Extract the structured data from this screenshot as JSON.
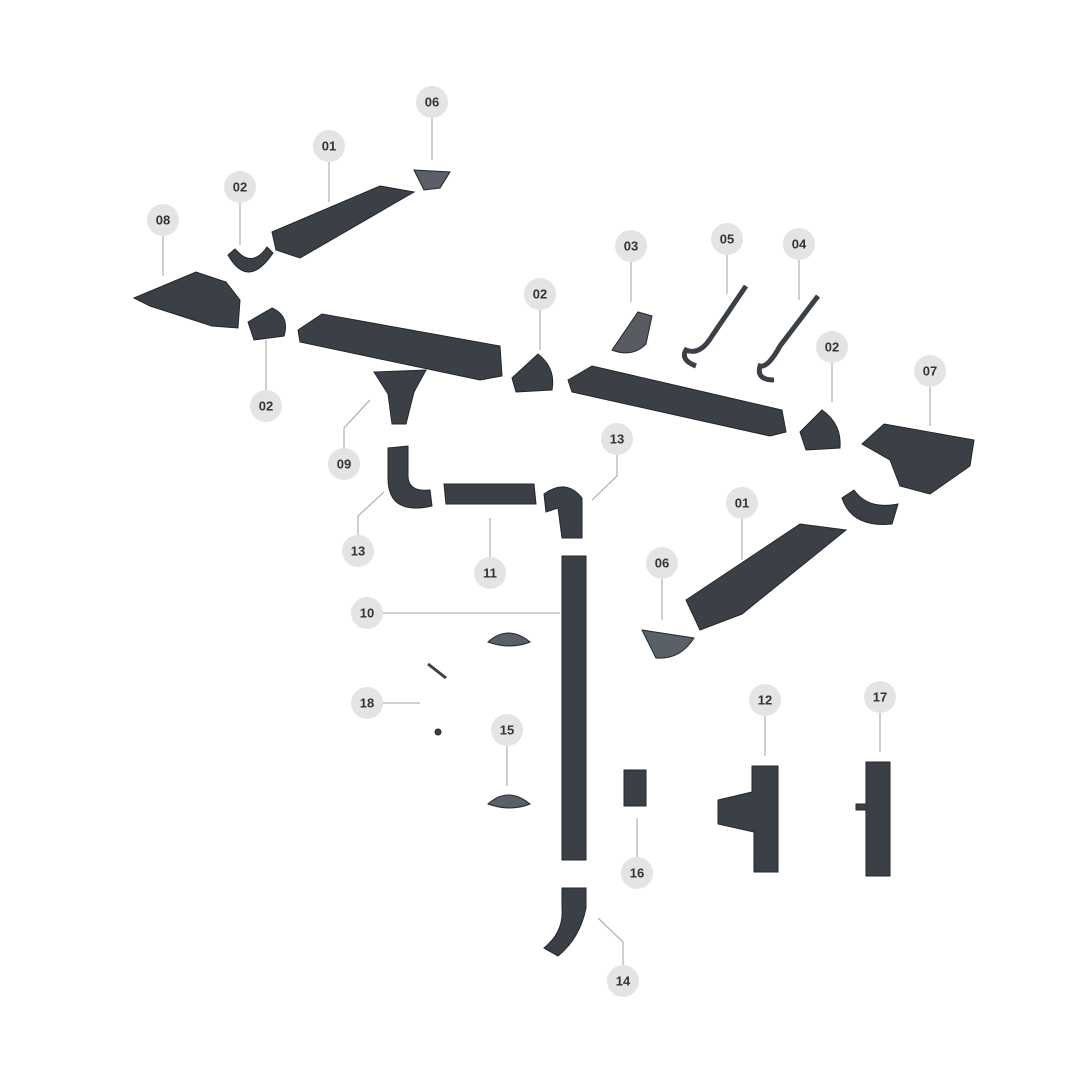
{
  "diagram": {
    "title": "Gutter system exploded parts diagram",
    "colors": {
      "part": "#3b4046",
      "label_bg": "#e4e4e4",
      "label_text": "#333333",
      "leader": "#b5b5b5"
    },
    "labels": [
      "06",
      "01",
      "02",
      "08",
      "03",
      "05",
      "04",
      "02",
      "02",
      "07",
      "02",
      "09",
      "13",
      "13",
      "11",
      "01",
      "06",
      "10",
      "18",
      "15",
      "12",
      "17",
      "16",
      "14"
    ]
  }
}
